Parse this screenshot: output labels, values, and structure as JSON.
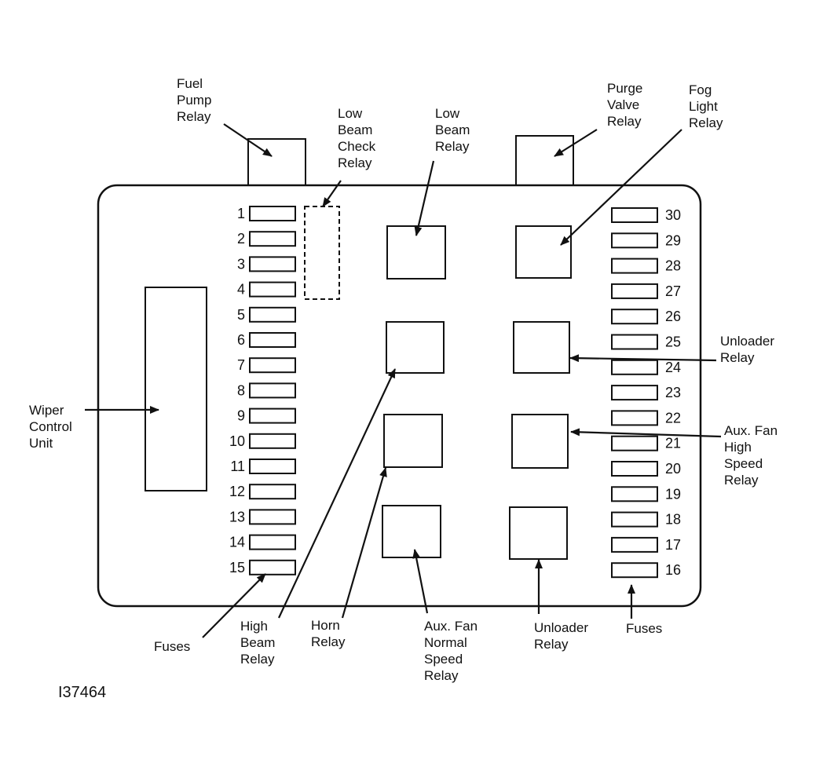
{
  "figure_id": "I37464",
  "fuses_left": [
    "1",
    "2",
    "3",
    "4",
    "5",
    "6",
    "7",
    "8",
    "9",
    "10",
    "11",
    "12",
    "13",
    "14",
    "15"
  ],
  "fuses_right": [
    "30",
    "29",
    "28",
    "27",
    "26",
    "25",
    "24",
    "23",
    "22",
    "21",
    "20",
    "19",
    "18",
    "17",
    "16"
  ],
  "labels": {
    "fuel_pump_relay": [
      "Fuel",
      "Pump",
      "Relay"
    ],
    "low_beam_check_relay": [
      "Low",
      "Beam",
      "Check",
      "Relay"
    ],
    "low_beam_relay": [
      "Low",
      "Beam",
      "Relay"
    ],
    "purge_valve_relay": [
      "Purge",
      "Valve",
      "Relay"
    ],
    "fog_light_relay": [
      "Fog",
      "Light",
      "Relay"
    ],
    "unloader_relay_right": [
      "Unloader",
      "Relay"
    ],
    "aux_fan_high_speed_relay": [
      "Aux. Fan",
      "High",
      "Speed",
      "Relay"
    ],
    "wiper_control_unit": [
      "Wiper",
      "Control",
      "Unit"
    ],
    "fuses_left": [
      "Fuses"
    ],
    "high_beam_relay": [
      "High",
      "Beam",
      "Relay"
    ],
    "horn_relay": [
      "Horn",
      "Relay"
    ],
    "aux_fan_normal_speed_relay": [
      "Aux. Fan",
      "Normal",
      "Speed",
      "Relay"
    ],
    "unloader_relay_bottom": [
      "Unloader",
      "Relay"
    ],
    "fuses_right": [
      "Fuses"
    ]
  }
}
